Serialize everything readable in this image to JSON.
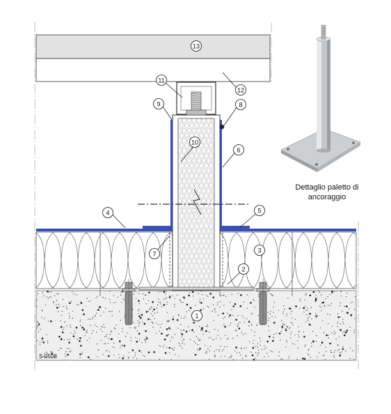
{
  "figure": {
    "code": "S-0508",
    "caption_line1": "Dettaglio paletto di",
    "caption_line2": "ancoraggio"
  },
  "callouts": [
    {
      "id": "c1",
      "label": "1"
    },
    {
      "id": "c2",
      "label": "2"
    },
    {
      "id": "c3",
      "label": "3"
    },
    {
      "id": "c4",
      "label": "4"
    },
    {
      "id": "c5",
      "label": "5"
    },
    {
      "id": "c6",
      "label": "6"
    },
    {
      "id": "c7",
      "label": "7"
    },
    {
      "id": "c8",
      "label": "8"
    },
    {
      "id": "c9",
      "label": "9"
    },
    {
      "id": "c10",
      "label": "10"
    },
    {
      "id": "c11",
      "label": "11"
    },
    {
      "id": "c12",
      "label": "12"
    },
    {
      "id": "c13",
      "label": "13"
    }
  ],
  "colors": {
    "membrane": "#3a4fb8",
    "panel": "#e2e2e2",
    "concrete_dot": "#222222",
    "foam_cell": "#bdbdbd"
  }
}
